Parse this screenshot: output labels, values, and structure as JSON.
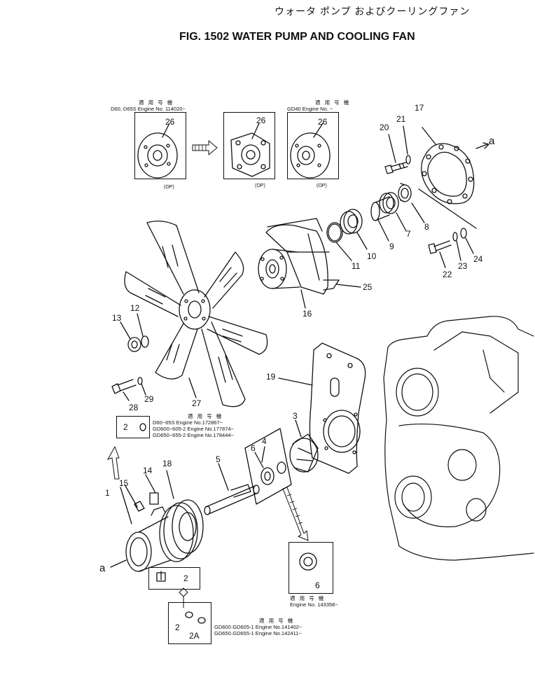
{
  "title_jp": "ウォータ ポンプ およびクーリングファン",
  "title_en": "FIG. 1502  WATER PUMP AND COOLING FAN",
  "variant_boxes": [
    {
      "header": "適 用 号 機",
      "line1": "D60, D65S  Engine No. 114020~",
      "part": "26",
      "op": "(OP)"
    },
    {
      "header": "",
      "line1": "",
      "part": "26",
      "op": "(OP)"
    },
    {
      "header": "適 用 号 機",
      "line1": "GD40  Engine No.  ~",
      "part": "26",
      "op": "(OP)"
    }
  ],
  "fan_note": {
    "part": "2",
    "header": "適 用 号 機",
    "rows": [
      [
        "D60~65S",
        "Engine No.172867~"
      ],
      [
        "GD600~605-2",
        "Engine No.177874~"
      ],
      [
        "GD650~655-2",
        "Engine No.178444~"
      ]
    ]
  },
  "bearing_note": {
    "part": "6",
    "header": "適 用 号 機",
    "line1": "Engine No. 143358~"
  },
  "plug_note": {
    "part1": "2",
    "part2": "2A",
    "header": "適 用 号 機",
    "rows": [
      [
        "GD600·GD605-1",
        "Engine No.141402~"
      ],
      [
        "GD650·GD655-1",
        "Engine No.142411~"
      ]
    ]
  },
  "plug_box": {
    "part": "2"
  },
  "callouts": [
    "1",
    "2",
    "3",
    "4",
    "5",
    "6",
    "7",
    "8",
    "9",
    "10",
    "11",
    "12",
    "13",
    "14",
    "15",
    "16",
    "17",
    "18",
    "19",
    "20",
    "21",
    "22",
    "23",
    "24",
    "25",
    "27",
    "28",
    "29",
    "a",
    "a"
  ]
}
